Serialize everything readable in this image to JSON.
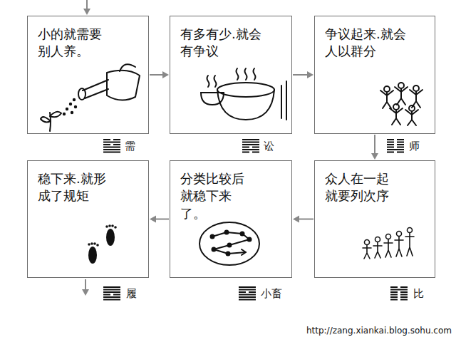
{
  "diagram": {
    "nodes": [
      {
        "text": [
          "小的就需要别人养。"
        ]
      },
      {
        "text": [
          "有多有少.就会有争议"
        ]
      },
      {
        "text": [
          "争议起来.就会人以群分"
        ]
      },
      {
        "text": [
          "稳下来.就形成了规矩"
        ]
      },
      {
        "text": [
          "分类比较后就稳下来了。"
        ]
      },
      {
        "text": [
          "众人在一起就要列次序"
        ]
      }
    ],
    "edges": [
      {
        "from": 0,
        "to": 1,
        "arrow": "to"
      },
      {
        "from": 1,
        "to": 2,
        "arrow": "to"
      },
      {
        "from": 2,
        "to": 5,
        "arrow": "to"
      },
      {
        "from": 5,
        "to": 4,
        "arrow": "to"
      },
      {
        "from": 4,
        "to": 3,
        "arrow": "to"
      }
    ],
    "labels": [
      "需",
      "讼",
      "师",
      "履",
      "小畜",
      "比",
      "http://zang.xiankai.blog.sohu.com"
    ]
  }
}
